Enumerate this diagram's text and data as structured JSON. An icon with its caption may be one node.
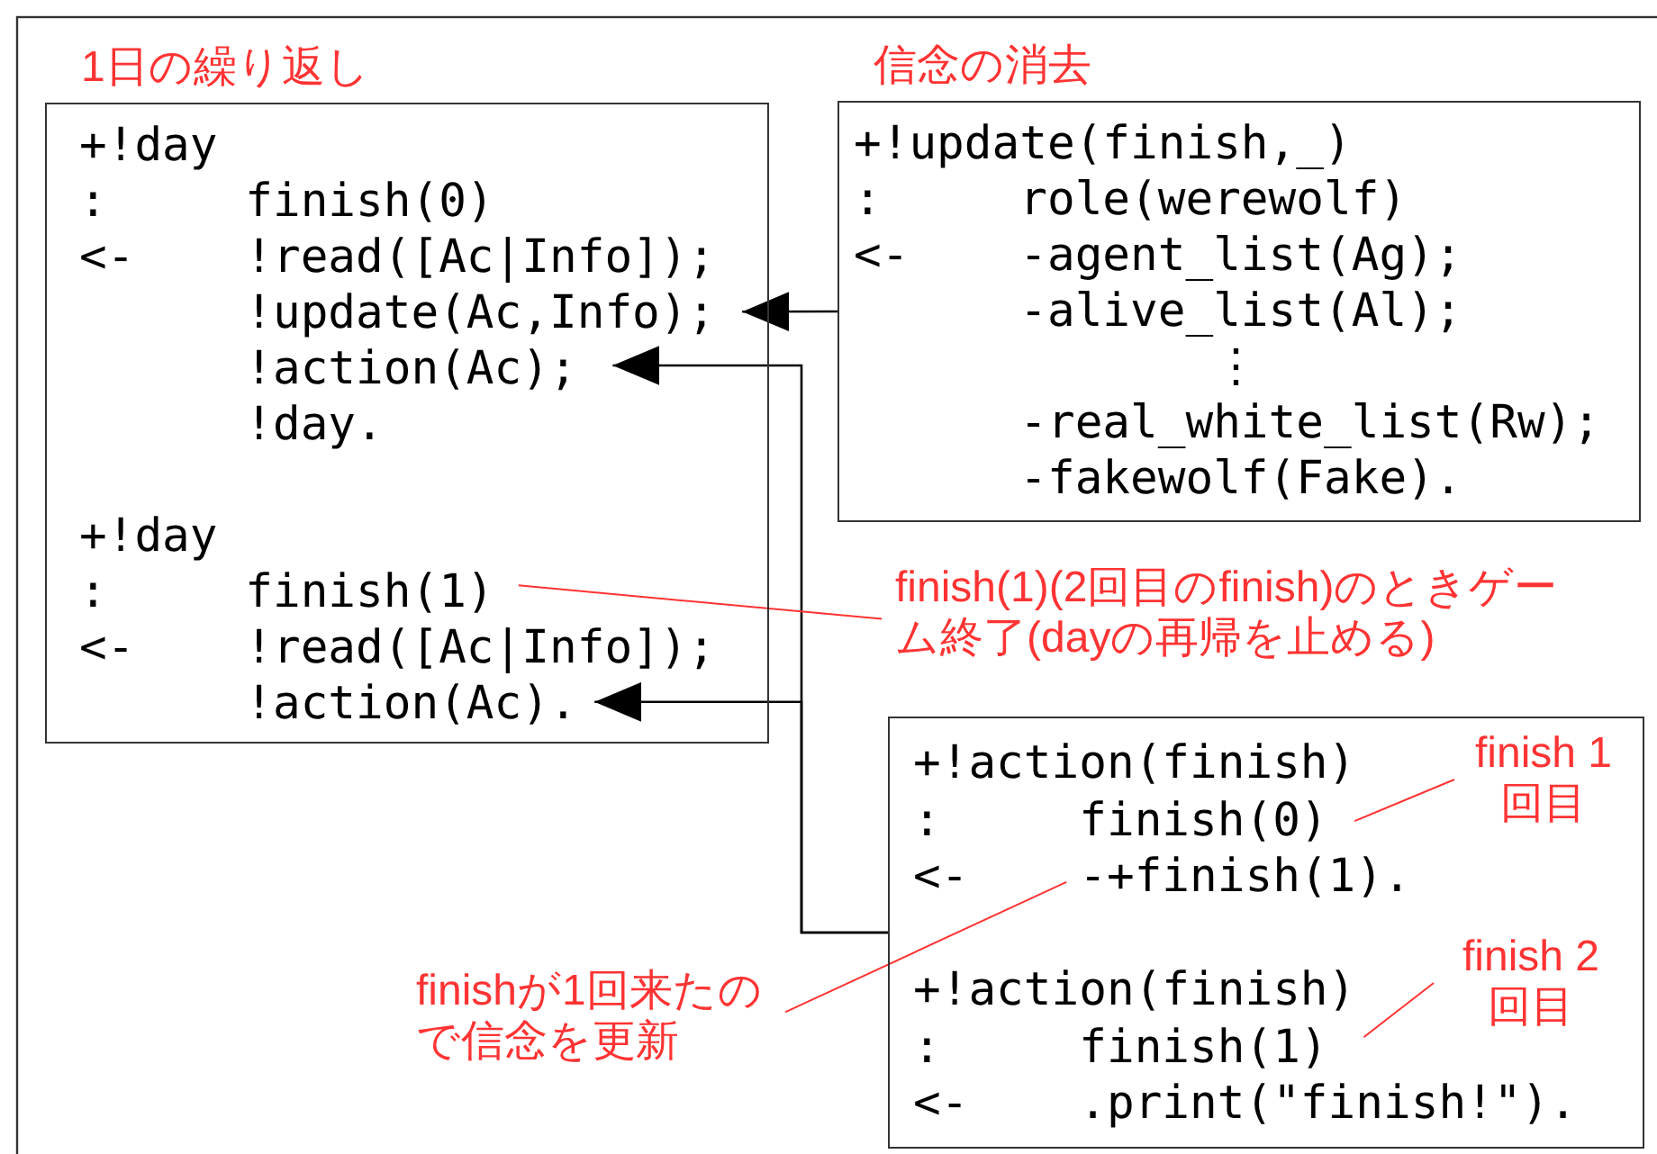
{
  "diagram": {
    "nodes": [
      {
        "text": [
          "1日の繰り返し",
          "+!day",
          ":     finish(0)",
          "<-    !read([Ac|Info]);",
          "      !update(Ac,Info);",
          "      !action(Ac);",
          "      !day.",
          "+!day",
          ":     finish(1)",
          "<-    !read([Ac|Info]);",
          "      !action(Ac)."
        ]
      },
      {
        "text": [
          "信念の消去",
          "+!update(finish,_)",
          ":     role(werewolf)",
          "<-    -agent_list(Ag);",
          "      -alive_list(Al);",
          "             ⋮",
          "      -real_white_list(Rw);",
          "      -fakewolf(Fake)."
        ]
      },
      {
        "text": [
          "+!action(finish)",
          ":     finish(0)",
          "<-    -+finish(1).",
          "+!action(finish)",
          ":     finish(1)",
          "<-    .print(\"finish!\")."
        ]
      },
      {
        "text": [
          "finish(1)(2回目のfinish)のときゲーム終了(dayの再帰を止める)"
        ]
      },
      {
        "text": [
          "finish 1回目"
        ],
        "in": 2
      },
      {
        "text": [
          "finish 2回目"
        ],
        "in": 2
      },
      {
        "text": [
          "finishが1回来たので信念を更新"
        ]
      }
    ],
    "edges": [
      {
        "from": 1,
        "to": 0,
        "arrow": "to",
        "color": "#000000"
      },
      {
        "from": 2,
        "to": 0,
        "arrow": "to",
        "color": "#000000"
      },
      {
        "from": 2,
        "to": 0,
        "arrow": "to",
        "color": "#000000"
      },
      {
        "from": 3,
        "to": 0,
        "arrow": "none",
        "color": "#ff3333"
      },
      {
        "from": 4,
        "to": 2,
        "arrow": "none",
        "color": "#ff3333"
      },
      {
        "from": 5,
        "to": 2,
        "arrow": "none",
        "color": "#ff3333"
      },
      {
        "from": 6,
        "to": 2,
        "arrow": "none",
        "color": "#ff3333"
      }
    ]
  }
}
